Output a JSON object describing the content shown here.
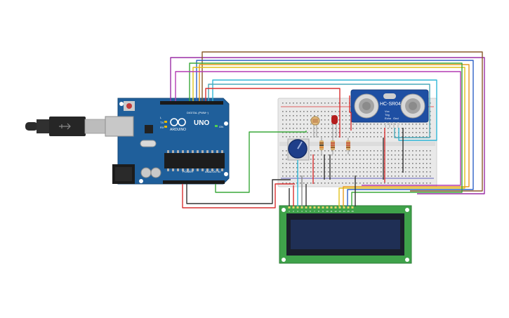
{
  "arduino": {
    "brand": "ARDUINO",
    "model": "UNO",
    "digital_label": "DIGITAL (PWM~)",
    "power_label": "POWER",
    "analog_label": "ANALOG IN",
    "tx_label": "TX",
    "rx_label": "RX",
    "l_label": "L",
    "on_label": "ON"
  },
  "sensor": {
    "model": "HC-SR04",
    "pins": [
      "Vcc",
      "Trig",
      "Echo",
      "Gnd"
    ]
  },
  "lcd": {
    "pin_numbers": [
      "1",
      "2",
      "3",
      "4",
      "5",
      "6",
      "7",
      "8",
      "9",
      "10",
      "11",
      "12",
      "13",
      "14",
      "15",
      "16"
    ]
  },
  "colors": {
    "board_blue": "#1f5f9b",
    "breadboard": "#e9e9e9",
    "lcd_pcb": "#3fa24a",
    "lcd_screen": "#1f2f55",
    "wire_red": "#d93030",
    "wire_black": "#333333",
    "wire_green": "#3aa83a",
    "wire_purple": "#9b2fa6",
    "wire_orange": "#e89a1e",
    "wire_yellow": "#e0c21d",
    "wire_blue": "#2f62c8",
    "wire_cyan": "#2fb6d6",
    "wire_brown": "#8a5a2b",
    "wire_gray": "#888888"
  }
}
